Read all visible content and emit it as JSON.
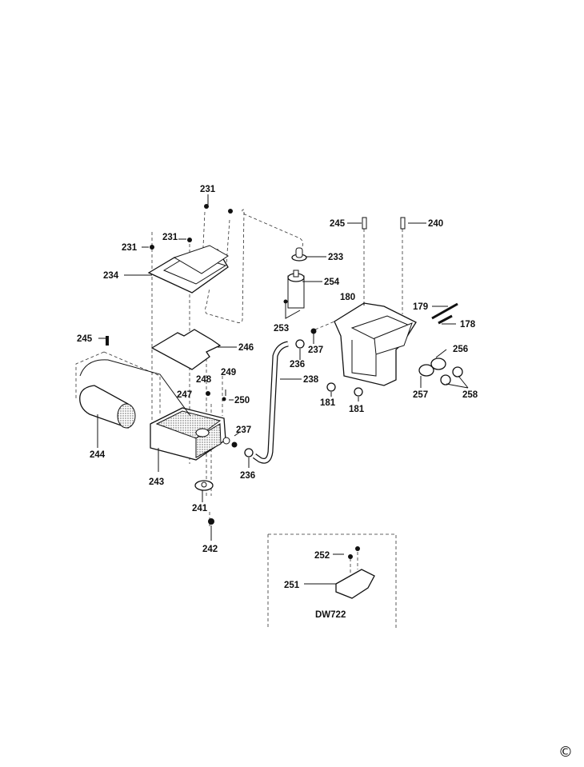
{
  "diagram": {
    "type": "exploded-parts-diagram",
    "labels": {
      "l231a": "231",
      "l231b": "231",
      "l231c": "231",
      "l234": "234",
      "l233": "233",
      "l254": "254",
      "l253": "253",
      "l245a": "245",
      "l245b": "245",
      "l240": "240",
      "l246": "246",
      "l180": "180",
      "l179": "179",
      "l178": "178",
      "l237a": "237",
      "l236a": "236",
      "l238": "238",
      "l249": "249",
      "l248": "248",
      "l247": "247",
      "l250": "250",
      "l256": "256",
      "l257": "257",
      "l258": "258",
      "l181a": "181",
      "l181b": "181",
      "l244": "244",
      "l237b": "237",
      "l236b": "236",
      "l243": "243",
      "l241": "241",
      "l242": "242",
      "l252": "252",
      "l251": "251"
    },
    "inset_title": "DW722",
    "copyright": "©"
  }
}
